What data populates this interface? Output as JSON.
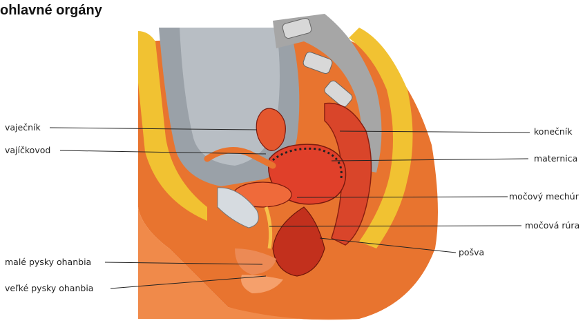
{
  "title": "ohlavné orgány",
  "labels": {
    "ovary": "vaječník",
    "fallopian_tube": "vajíčkovod",
    "labia_minora": "malé pysky ohanbia",
    "labia_majora": "veľké pysky ohanbia",
    "rectum": "konečník",
    "uterus": "maternica",
    "bladder": "močový mechúr",
    "urethra": "močová rúra",
    "vagina": "pošva"
  }
}
